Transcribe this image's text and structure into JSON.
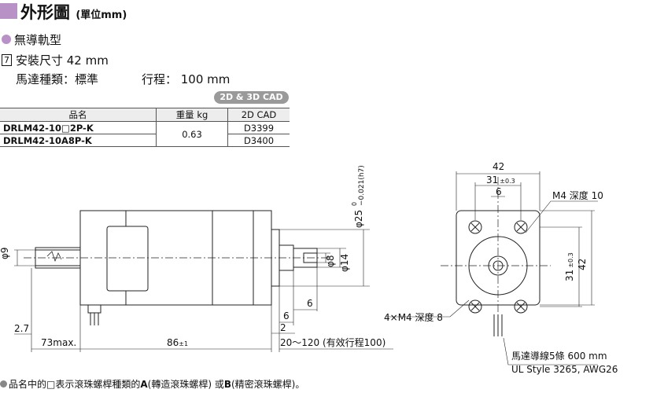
{
  "header": {
    "title": "外形圖",
    "title_unit": "(單位mm)",
    "category": "無導軌型",
    "install_mark": "7",
    "install_size": "安裝尺寸 42 mm",
    "motor_type": "馬達種類：標準",
    "stroke": "行程： 100 mm",
    "cad_badge": "2D & 3D CAD"
  },
  "table": {
    "headers": [
      "品名",
      "重量 kg",
      "2D CAD"
    ],
    "rows": [
      {
        "name": "DRLM42-10□2P-K",
        "weight": "0.63",
        "cad": "D3399"
      },
      {
        "name": "DRLM42-10A8P-K",
        "weight": "0.63",
        "cad": "D3400"
      }
    ]
  },
  "side_view": {
    "dim_phi25": "φ25",
    "dim_tol_upper": "0",
    "dim_tol_lower": "−0.021(h7)",
    "dim_phi9": "φ9",
    "dim_phi8": "φ8",
    "dim_phi14": "φ14",
    "dim_6": "6",
    "dim_6b": "6",
    "dim_2": "2",
    "dim_27": "2.7",
    "dim_73": "73max.",
    "dim_86": "86",
    "dim_86_tol": "±1",
    "dim_stroke": "20～120 (有效行程100)"
  },
  "front_view": {
    "dim_42_top": "42",
    "dim_31_top": "31",
    "dim_31_tol": "±0.3",
    "dim_6": "6",
    "m4_label": "M4 深度 10",
    "dim_31_side": "31",
    "dim_31_side_tol": "±0.3",
    "dim_42_side": "42",
    "m4x4_label": "4×M4 深度 8",
    "lead_wire": "馬達導線5條 600 mm",
    "ul_style": "UL Style 3265, AWG26"
  },
  "footnote": {
    "prefix": "品名中的□表示滾珠螺桿種類的",
    "a_label": "A",
    "a_text": "(轉造滾珠螺桿) 或",
    "b_label": "B",
    "b_text": "(精密滾珠螺桿)。"
  }
}
